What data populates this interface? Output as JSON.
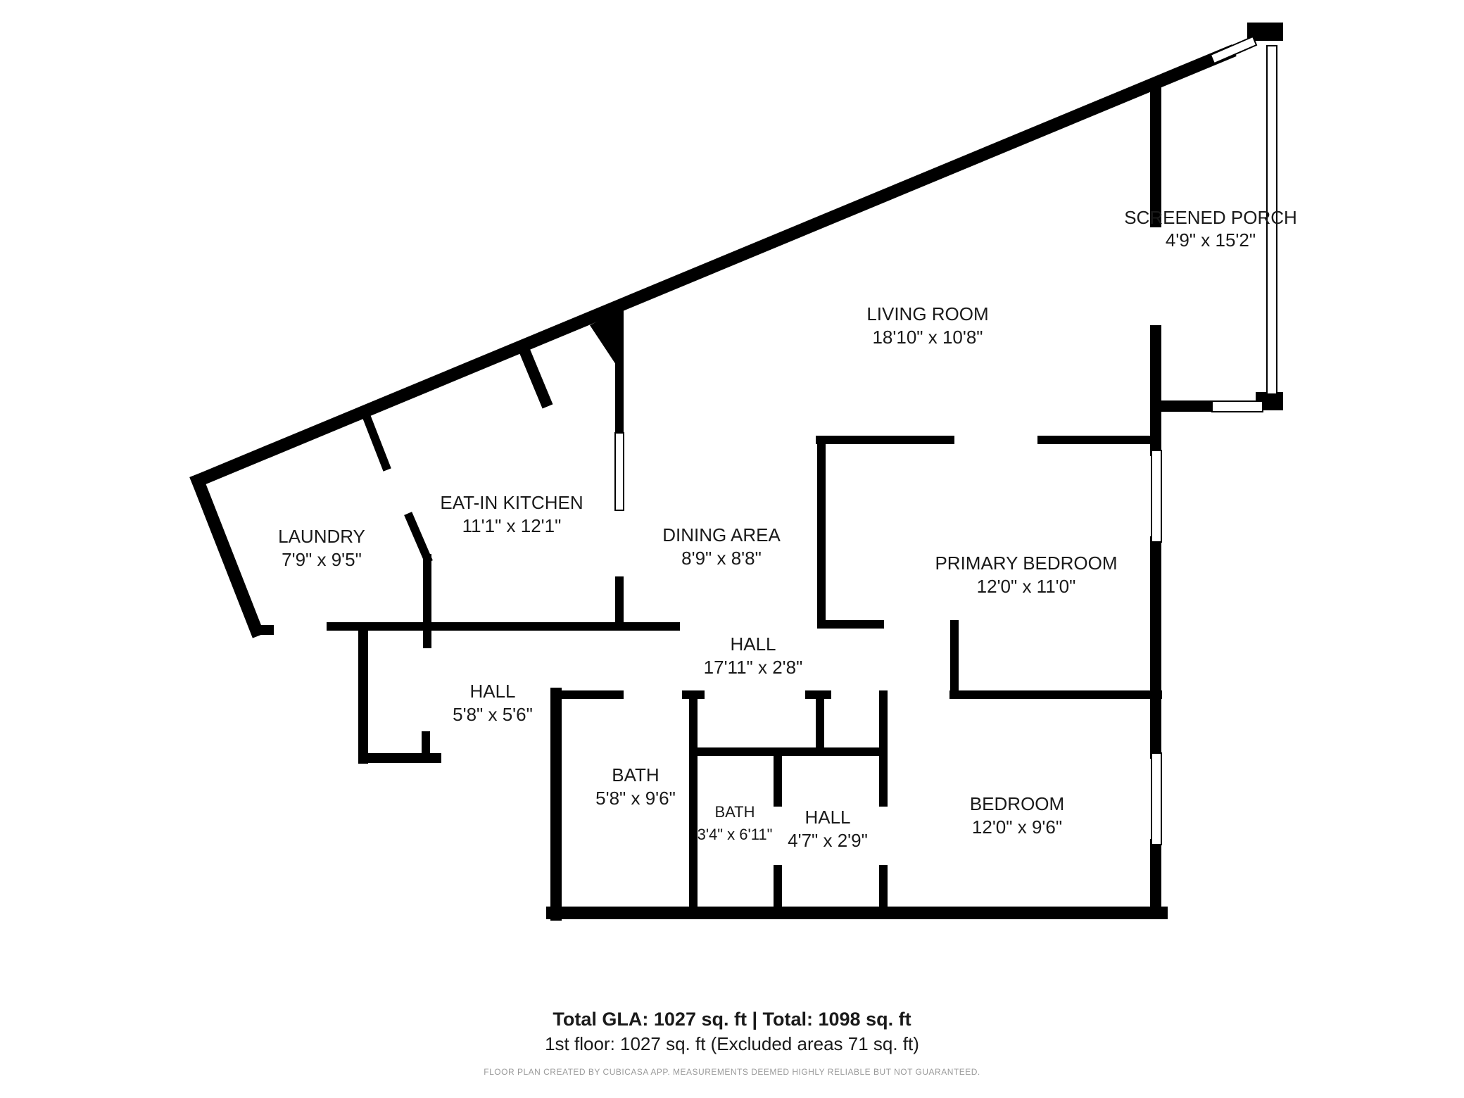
{
  "rooms": {
    "screened_porch": {
      "name": "SCREENED PORCH",
      "dims": "4'9\" x 15'2\""
    },
    "living_room": {
      "name": "LIVING ROOM",
      "dims": "18'10\" x 10'8\""
    },
    "eat_in_kitchen": {
      "name": "EAT-IN KITCHEN",
      "dims": "11'1\" x 12'1\""
    },
    "laundry": {
      "name": "LAUNDRY",
      "dims": "7'9\" x 9'5\""
    },
    "dining_area": {
      "name": "DINING AREA",
      "dims": "8'9\" x 8'8\""
    },
    "primary_bedroom": {
      "name": "PRIMARY BEDROOM",
      "dims": "12'0\" x 11'0\""
    },
    "hall_main": {
      "name": "HALL",
      "dims": "17'11\" x 2'8\""
    },
    "hall_west": {
      "name": "HALL",
      "dims": "5'8\" x 5'6\""
    },
    "bath_large": {
      "name": "BATH",
      "dims": "5'8\" x 9'6\""
    },
    "bath_small": {
      "name": "BATH",
      "dims": "3'4\" x 6'11\""
    },
    "hall_small": {
      "name": "HALL",
      "dims": "4'7\" x 2'9\""
    },
    "bedroom": {
      "name": "BEDROOM",
      "dims": "12'0\" x 9'6\""
    }
  },
  "totals": {
    "headline": "Total GLA: 1027 sq. ft | Total: 1098 sq. ft",
    "floor": "1st floor: 1027 sq. ft (Excluded areas 71 sq. ft)"
  },
  "disclaimer": "FLOOR PLAN CREATED BY CUBICASA APP. MEASUREMENTS DEEMED HIGHLY RELIABLE BUT NOT GUARANTEED.",
  "colors": {
    "wall": "#000000",
    "background": "#ffffff",
    "window": "#ffffff"
  }
}
